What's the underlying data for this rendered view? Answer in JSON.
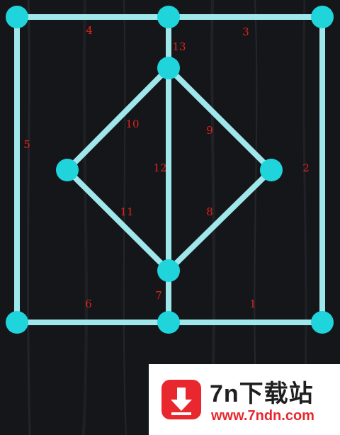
{
  "puzzle": {
    "nodes": [
      {
        "id": "n1"
      },
      {
        "id": "n2"
      },
      {
        "id": "n3"
      },
      {
        "id": "n4"
      },
      {
        "id": "n5"
      },
      {
        "id": "n6"
      },
      {
        "id": "n7"
      },
      {
        "id": "n8"
      },
      {
        "id": "n9"
      },
      {
        "id": "n10"
      }
    ],
    "edges": [
      {
        "label": "1",
        "from": "n9",
        "to": "n10"
      },
      {
        "label": "2",
        "from": "n3",
        "to": "n10"
      },
      {
        "label": "3",
        "from": "n2",
        "to": "n3"
      },
      {
        "label": "4",
        "from": "n1",
        "to": "n2"
      },
      {
        "label": "5",
        "from": "n1",
        "to": "n8"
      },
      {
        "label": "6",
        "from": "n8",
        "to": "n9"
      },
      {
        "label": "7",
        "from": "n7",
        "to": "n9"
      },
      {
        "label": "8",
        "from": "n6",
        "to": "n7"
      },
      {
        "label": "9",
        "from": "n4",
        "to": "n6"
      },
      {
        "label": "10",
        "from": "n4",
        "to": "n5"
      },
      {
        "label": "11",
        "from": "n5",
        "to": "n7"
      },
      {
        "label": "12",
        "from": "n4",
        "to": "n7"
      },
      {
        "label": "13",
        "from": "n2",
        "to": "n4"
      }
    ],
    "line_color": "#9fe7ea",
    "node_color": "#20d4dc",
    "label_color": "#e0231b"
  },
  "watermark": {
    "title": "7n下载站",
    "url": "www.7ndn.com",
    "icon": "download-arrow-icon",
    "brand_color": "#e8282e"
  }
}
